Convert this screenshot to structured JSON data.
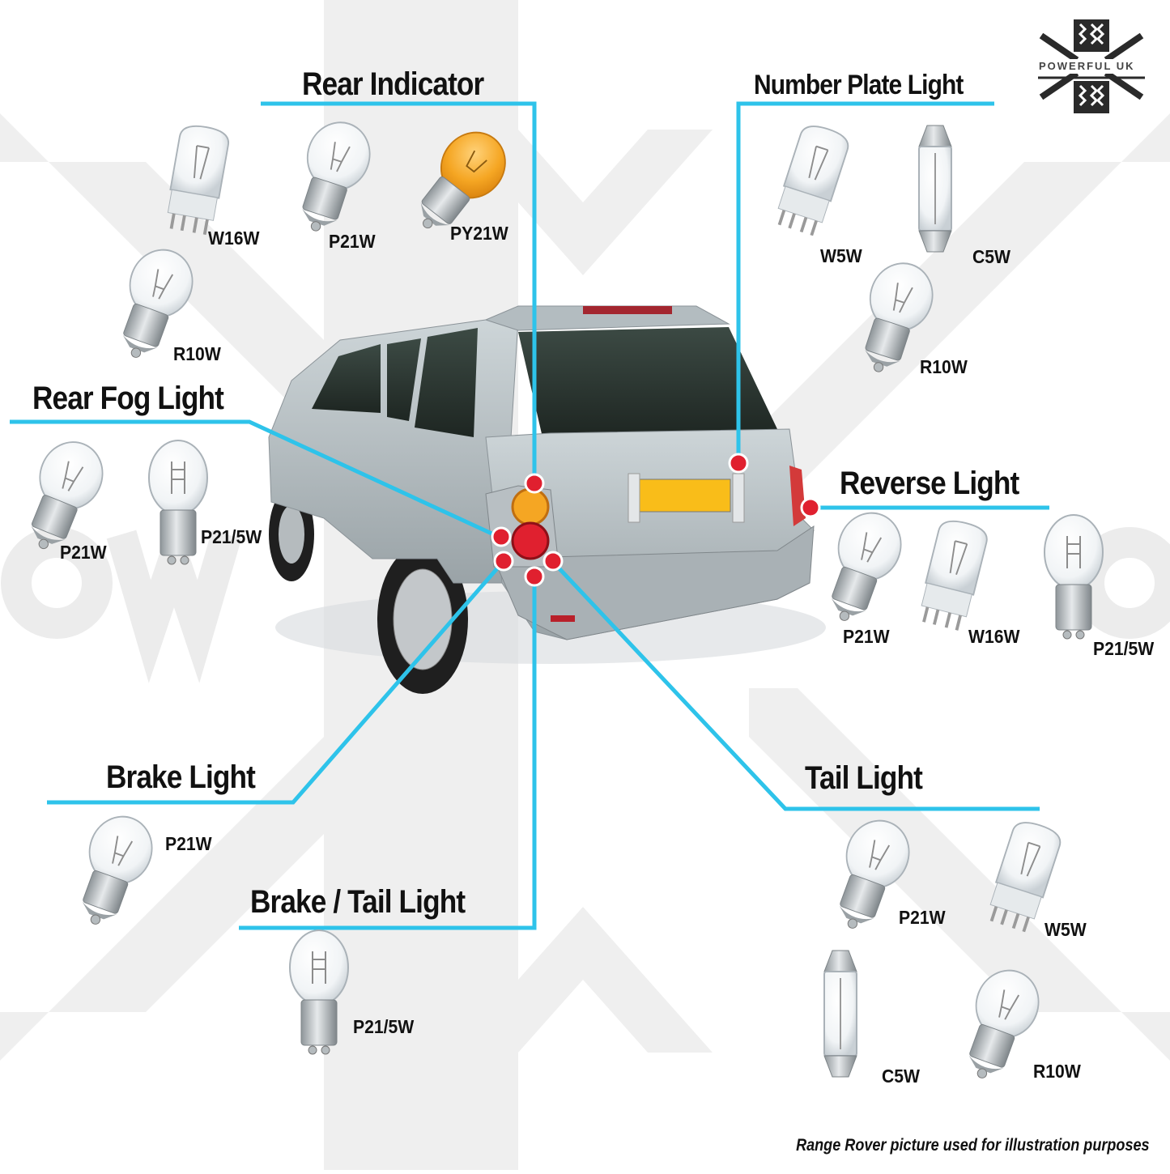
{
  "brand": {
    "logo_text": "POWERFUL UK"
  },
  "colors": {
    "leader": "#2ec3ea",
    "bg_pattern": "#eeeeee",
    "car_body": "#b9c2c6",
    "indicator_amber": "#f5a623",
    "lamp_red": "#e0202f"
  },
  "footnote": "Range Rover picture used for illustration purposes",
  "groups": [
    {
      "id": "rear-indicator",
      "title": "Rear Indicator",
      "bulbs": [
        {
          "code": "W16W",
          "icon": "wedge-bulb-icon"
        },
        {
          "code": "P21W",
          "icon": "bayonet-bulb-icon"
        },
        {
          "code": "PY21W",
          "icon": "amber-bayonet-bulb-icon"
        },
        {
          "code": "R10W",
          "icon": "bayonet-bulb-icon"
        }
      ]
    },
    {
      "id": "number-plate-light",
      "title": "Number Plate Light",
      "bulbs": [
        {
          "code": "W5W",
          "icon": "wedge-bulb-icon"
        },
        {
          "code": "C5W",
          "icon": "festoon-bulb-icon"
        },
        {
          "code": "R10W",
          "icon": "bayonet-bulb-icon"
        }
      ]
    },
    {
      "id": "rear-fog-light",
      "title": "Rear Fog Light",
      "bulbs": [
        {
          "code": "P21W",
          "icon": "bayonet-bulb-icon"
        },
        {
          "code": "P21/5W",
          "icon": "dual-filament-bulb-icon"
        }
      ]
    },
    {
      "id": "reverse-light",
      "title": "Reverse Light",
      "bulbs": [
        {
          "code": "P21W",
          "icon": "bayonet-bulb-icon"
        },
        {
          "code": "W16W",
          "icon": "wedge-bulb-icon"
        },
        {
          "code": "P21/5W",
          "icon": "dual-filament-bulb-icon"
        }
      ]
    },
    {
      "id": "brake-light",
      "title": "Brake Light",
      "bulbs": [
        {
          "code": "P21W",
          "icon": "bayonet-bulb-icon"
        }
      ]
    },
    {
      "id": "brake-tail-light",
      "title": "Brake / Tail Light",
      "bulbs": [
        {
          "code": "P21/5W",
          "icon": "dual-filament-bulb-icon"
        }
      ]
    },
    {
      "id": "tail-light",
      "title": "Tail Light",
      "bulbs": [
        {
          "code": "P21W",
          "icon": "bayonet-bulb-icon"
        },
        {
          "code": "W5W",
          "icon": "wedge-bulb-icon"
        },
        {
          "code": "C5W",
          "icon": "festoon-bulb-icon"
        },
        {
          "code": "R10W",
          "icon": "bayonet-bulb-icon"
        }
      ]
    }
  ]
}
